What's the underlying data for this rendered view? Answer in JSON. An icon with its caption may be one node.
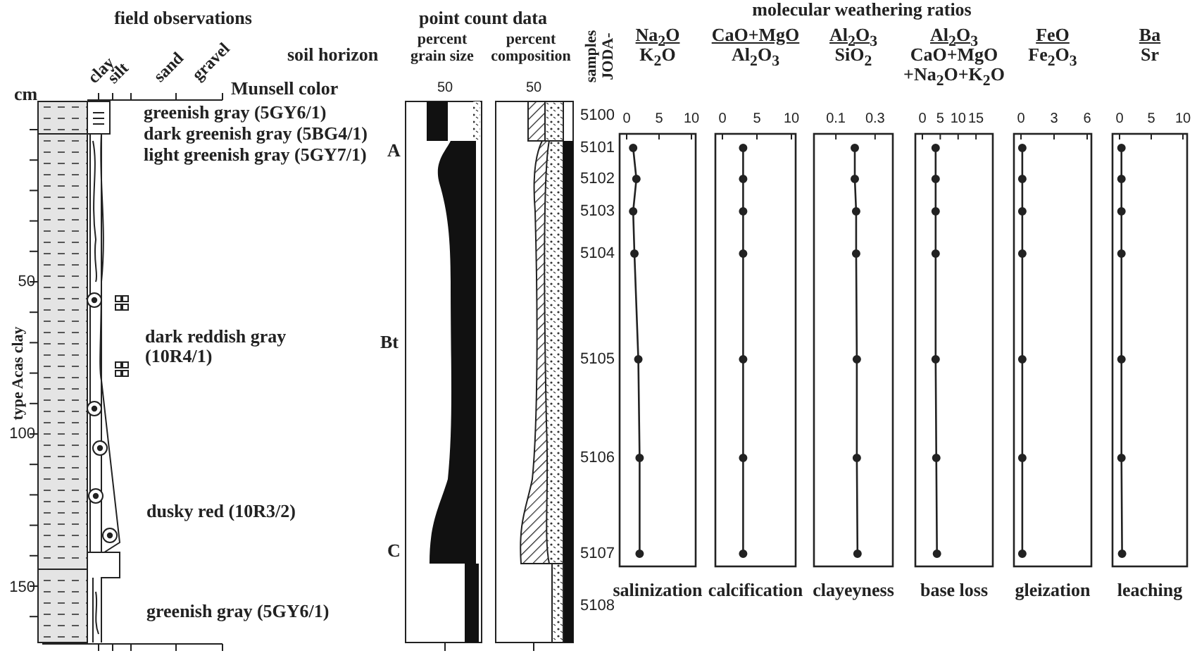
{
  "diagram": {
    "labels": [
      "field observations",
      "point count data",
      "molecular weathering ratios",
      "percent grain size",
      "percent composition",
      "samples JODA-",
      "soil horizon",
      "Na$_{2}$O",
      "K$_{2}$O",
      "CaO+MgO",
      "Al$_{2}$O$_{3}$",
      "Al$_{2}$O$_{3}$",
      "SiO$_{2}$",
      "Al$_{2}$O$_{3}$",
      "CaO+MgO +Na$_{2}$O+K$_{2}$O",
      "FeO",
      "Fe$_{2}$O$_{3}$",
      "Ba",
      "Sr",
      "clay",
      "silt",
      "sand",
      "gravel",
      "Munsell color",
      "cm",
      "50",
      "50",
      "0",
      "5",
      "10",
      "0",
      "5",
      "10",
      "0.1",
      "0.3",
      "0",
      "5",
      "10",
      "15",
      "0",
      "3",
      "6",
      "0",
      "5",
      "10",
      "greenish gray (5GY6/1)",
      "dark greenish gray (5BG4/1)",
      "light greenish gray (5GY7/1)",
      "A",
      "dark reddish gray (10R4/1)",
      "Bt",
      "dusky red (10R3/2)",
      "C",
      "greenish gray (5GY6/1)",
      "5100",
      "5101",
      "5102",
      "5103",
      "5104",
      "5105",
      "5106",
      "5107",
      "5108",
      "50",
      "100",
      "150",
      "type Acas clay",
      "salinization",
      "calcification",
      "clayeyness",
      "base loss",
      "gleization",
      "leaching"
    ]
  }
}
